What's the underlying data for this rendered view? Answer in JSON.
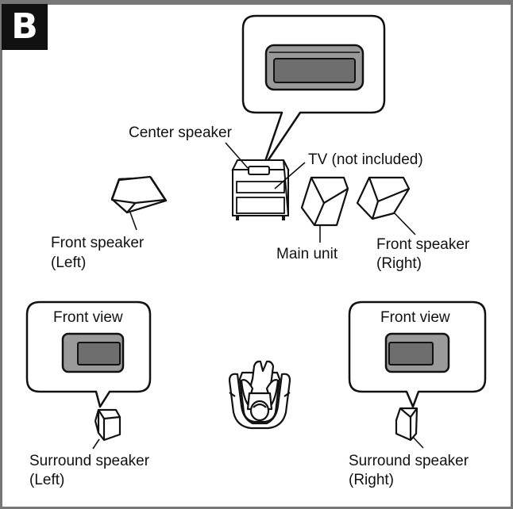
{
  "badge_letter": "B",
  "labels": {
    "center_speaker": "Center speaker",
    "tv": "TV (not included)",
    "front_left_line1": "Front speaker",
    "front_left_line2": "(Left)",
    "main_unit": "Main unit",
    "front_right_line1": "Front speaker",
    "front_right_line2": "(Right)",
    "front_view_left": "Front view",
    "front_view_right": "Front view",
    "surround_left_line1": "Surround speaker",
    "surround_left_line2": "(Left)",
    "surround_right_line1": "Surround speaker",
    "surround_right_line2": "(Right)"
  }
}
